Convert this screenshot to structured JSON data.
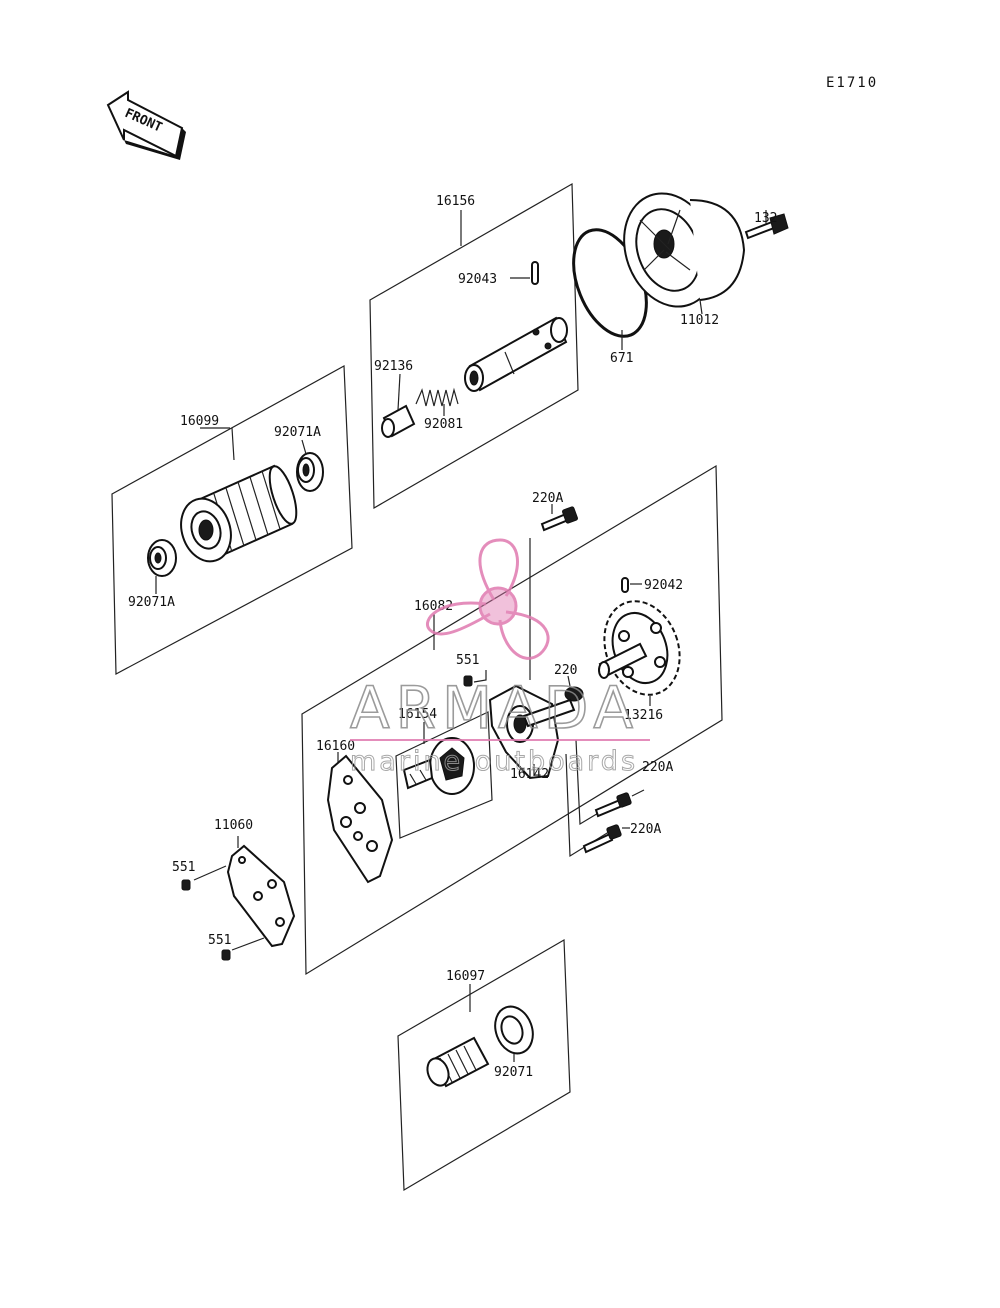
{
  "diagram_code": "E1710",
  "front_label": "FRONT",
  "watermark": {
    "brand": "ARMADA",
    "tagline": "marine outboards",
    "logo": "propeller-logo",
    "accent_color": "#e07ab0",
    "text_color": "#8a8a8a"
  },
  "parts": {
    "p16156": "16156",
    "p92043": "92043",
    "p92136": "92136",
    "p92081": "92081",
    "p132": "132",
    "p11012": "11012",
    "p671": "671",
    "p16099": "16099",
    "p92071A_top": "92071A",
    "p92071A_bottom": "92071A",
    "p220A_top": "220A",
    "p92042": "92042",
    "p16082": "16082",
    "p551_mid": "551",
    "p220": "220",
    "p13216": "13216",
    "p16154": "16154",
    "p16160": "16160",
    "p16142": "16142",
    "p220A_mid": "220A",
    "p220A_low": "220A",
    "p11060": "11060",
    "p551_left_top": "551",
    "p551_left_bottom": "551",
    "p16097": "16097",
    "p92071": "92071"
  }
}
